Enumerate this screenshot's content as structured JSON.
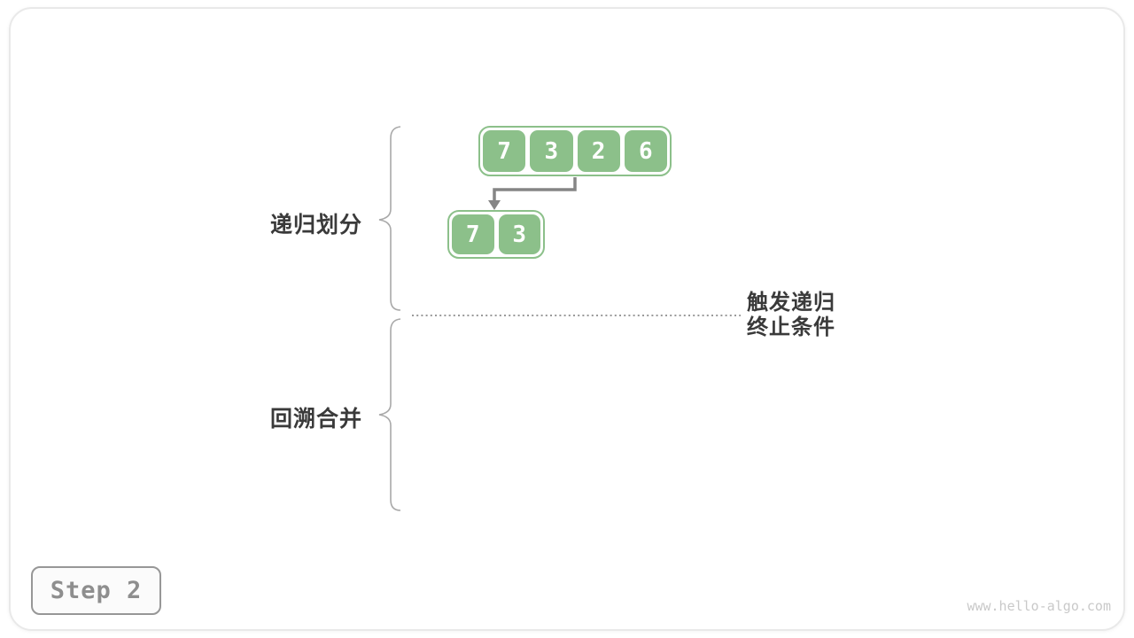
{
  "card": {
    "step_label": "Step 2",
    "watermark": "www.hello-algo.com"
  },
  "diagram": {
    "phases": [
      {
        "label": "递归划分"
      },
      {
        "label": "回溯合并"
      }
    ],
    "annotation": {
      "line1": "触发递归",
      "line2": "终止条件"
    },
    "arrays": [
      {
        "name": "top-array",
        "values": [
          "7",
          "3",
          "2",
          "6"
        ]
      },
      {
        "name": "sub-array",
        "values": [
          "7",
          "3"
        ]
      }
    ],
    "colors": {
      "node_green": "#8CC08A",
      "arrow_gray": "#858585",
      "label_dark": "#3A3A3A",
      "brace_gray": "#A9A9A9",
      "step_gray": "#8E8E8E",
      "watermark_gray": "#C9C9C9",
      "card_border": "#E9E9E9"
    }
  }
}
